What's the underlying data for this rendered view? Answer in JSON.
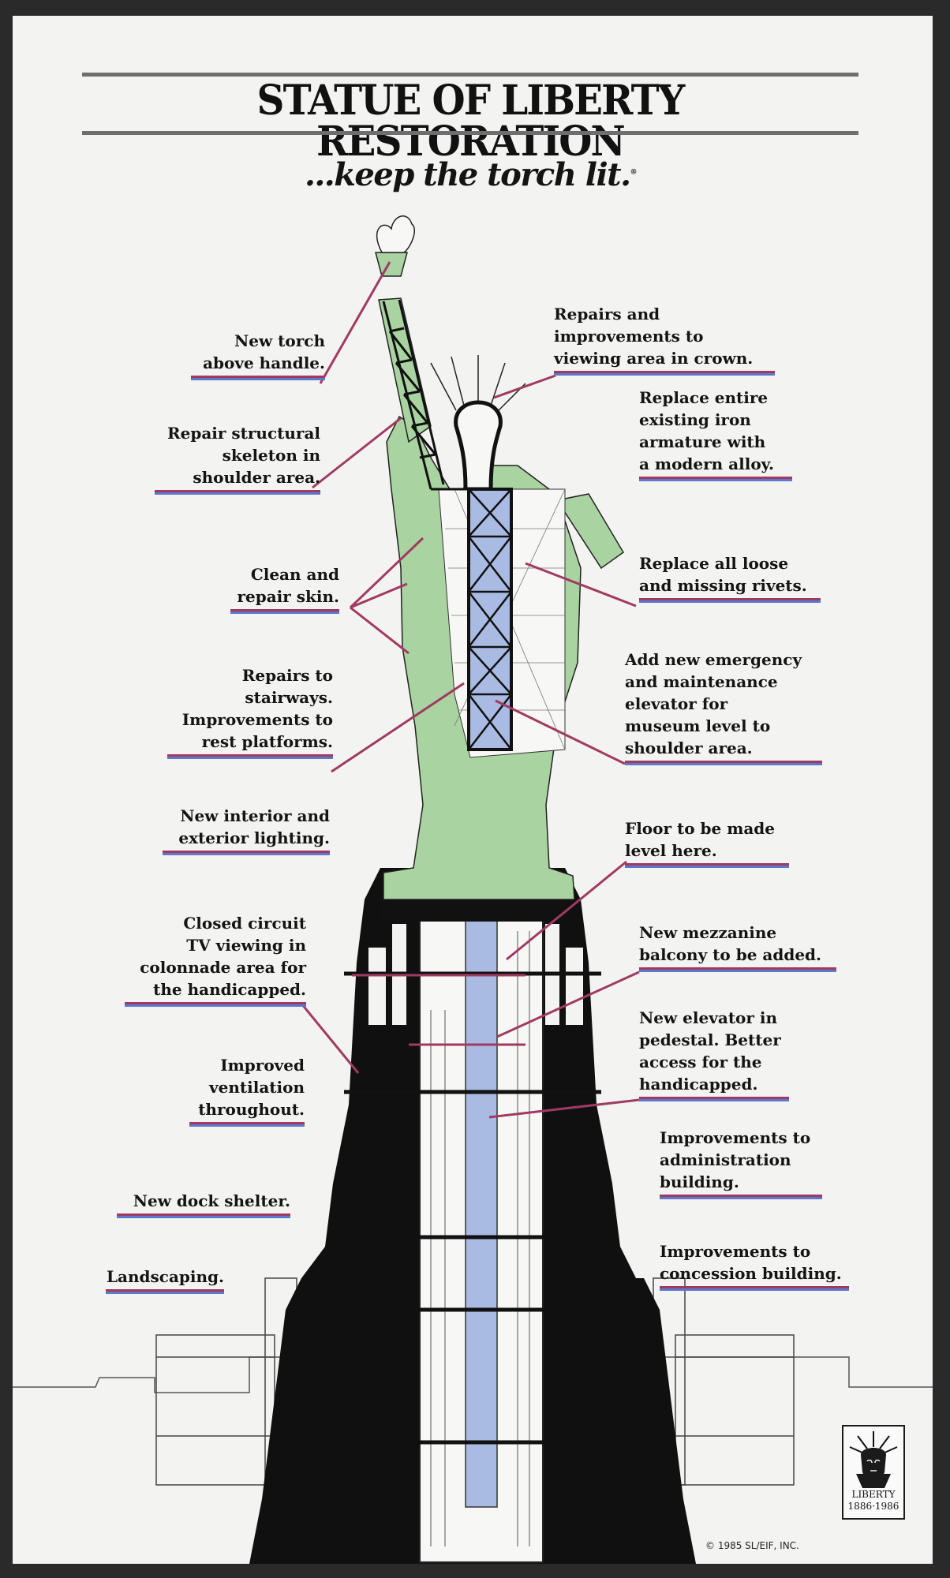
{
  "title": "STATUE OF LIBERTY RESTORATION",
  "subtitle": "...keep the torch lit.",
  "subtitle_mark": "®",
  "colors": {
    "copper_green": "#a9d3a0",
    "interior_blue": "#a9bbe3",
    "pointer_line": "#a13a63",
    "underline_blue": "#5b79c9",
    "pedestal_black": "#101010"
  },
  "left_labels": [
    {
      "lines": [
        "New torch",
        "above handle."
      ]
    },
    {
      "lines": [
        "Repair structural",
        "skeleton in",
        "shoulder area."
      ]
    },
    {
      "lines": [
        "Clean and",
        "repair skin."
      ]
    },
    {
      "lines": [
        "Repairs to",
        "stairways.",
        "Improvements to",
        "rest platforms."
      ]
    },
    {
      "lines": [
        "New interior and",
        "exterior lighting."
      ]
    },
    {
      "lines": [
        "Closed circuit",
        "TV viewing in",
        "colonnade area for",
        "the handicapped."
      ]
    },
    {
      "lines": [
        "Improved",
        "ventilation",
        "throughout."
      ]
    },
    {
      "lines": [
        "New dock shelter."
      ]
    },
    {
      "lines": [
        "Landscaping."
      ]
    }
  ],
  "right_labels": [
    {
      "lines": [
        "Repairs and",
        "improvements to",
        "viewing area in crown."
      ]
    },
    {
      "lines": [
        "Replace entire",
        "existing iron",
        "armature with",
        "a modern alloy."
      ]
    },
    {
      "lines": [
        "Replace all loose",
        "and missing rivets."
      ]
    },
    {
      "lines": [
        "Add new emergency",
        "and maintenance",
        "elevator for",
        "museum level to",
        "shoulder area."
      ]
    },
    {
      "lines": [
        "Floor to be made",
        "level here."
      ]
    },
    {
      "lines": [
        "New mezzanine",
        "balcony to be added."
      ]
    },
    {
      "lines": [
        "New elevator in",
        "pedestal. Better",
        "access for the",
        "handicapped."
      ]
    },
    {
      "lines": [
        "Improvements to",
        "administration",
        "building."
      ]
    },
    {
      "lines": [
        "Improvements to",
        "concession building."
      ]
    }
  ],
  "logo": {
    "word": "LIBERTY",
    "years": "1886·1986"
  },
  "copyright": "© 1985 SL/EIF, INC."
}
